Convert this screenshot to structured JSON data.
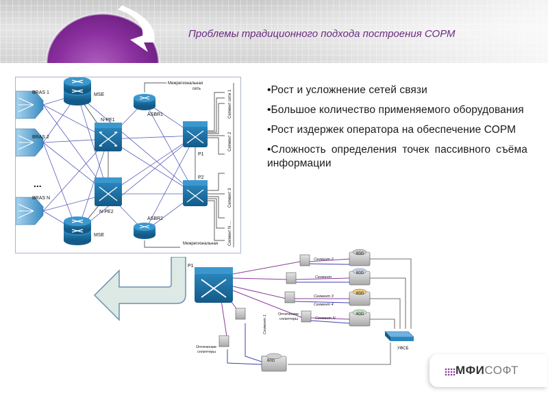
{
  "slide": {
    "title": "Проблемы традиционного подхода построения СОРМ",
    "bullets": [
      "•Рост и усложнение сетей связи",
      "•Большое количество применяемого оборудования",
      "•Рост издержек оператора на обеспечение СОРМ",
      "•Сложность определения точек пассивного съёма информации"
    ]
  },
  "brand": {
    "part1": "МФИ",
    "part2": "СОФТ"
  },
  "diagram_top": {
    "bras1": "BRAS 1",
    "bras2": "BRAS 2",
    "brasn": "BRAS N",
    "dots": "...",
    "mse_top": "MSE",
    "mse_bottom": "MSE",
    "npe1": "N-PE1",
    "npe2": "N-PE2",
    "asbr1": "ASBR1",
    "asbr2": "ASBR2",
    "interregional_top_1": "Межрегиональная",
    "interregional_top_2": "сеть",
    "interregional_bottom": "Межрегиональная",
    "p1": "P1",
    "p2": "P2",
    "seg1": "Сегмент сети 1",
    "seg2": "Сегмент 2",
    "seg3": "Сегмент 3",
    "segn": "Сегмент N ..."
  },
  "diagram_bottom": {
    "p1": "P1",
    "seg2": "Сегмент 2",
    "seg": "Сегмент",
    "seg3": "Сегмент 3",
    "seg4": "Сегмент 4",
    "segn": "Сегмент N",
    "seg1": "Сегмент 1",
    "optical1": "Оптические",
    "optical1b": "сплиттеры",
    "optical2": "Оптические",
    "optical2b": "сплиттеры",
    "g60": "60G",
    "ufsb": "УФСБ"
  },
  "colors": {
    "title": "#6b2c82",
    "router": "#1a6fa0",
    "link_blue": "#3a3fb0",
    "link_purple": "#8a3a9a",
    "arrow_fill": "#dce9e5",
    "arrow_stroke": "#6a8fb0"
  }
}
